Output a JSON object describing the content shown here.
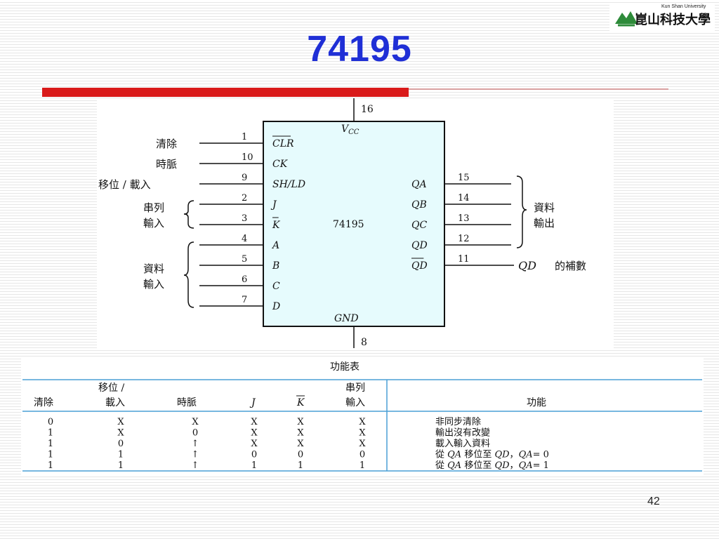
{
  "slide": {
    "title": "74195",
    "page_number": "42",
    "logo_en": "Kun Shan University",
    "logo_zh": "崑山科技大學",
    "colors": {
      "title": "#1f2fd6",
      "accent": "#d91a1a",
      "chip_fill": "#e6fbfd",
      "table_rule": "#4a9fd6"
    }
  },
  "chip": {
    "name": "74195",
    "top_pin": "16",
    "top_label": "VCC",
    "bottom_pin": "8",
    "bottom_label": "GND",
    "left_pins": [
      {
        "pin": "1",
        "label": "CLR",
        "bar": true,
        "desc": "清除"
      },
      {
        "pin": "10",
        "label": "CK",
        "bar": false,
        "desc": "時脈"
      },
      {
        "pin": "9",
        "label": "SH/LD",
        "bar": false,
        "desc": "移位 / 載入"
      },
      {
        "pin": "2",
        "label": "J",
        "bar": false,
        "desc": ""
      },
      {
        "pin": "3",
        "label": "K",
        "bar": true,
        "desc": ""
      },
      {
        "pin": "4",
        "label": "A",
        "bar": false,
        "desc": ""
      },
      {
        "pin": "5",
        "label": "B",
        "bar": false,
        "desc": ""
      },
      {
        "pin": "6",
        "label": "C",
        "bar": false,
        "desc": ""
      },
      {
        "pin": "7",
        "label": "D",
        "bar": false,
        "desc": ""
      }
    ],
    "right_pins": [
      {
        "pin": "15",
        "label": "QA",
        "bar": false
      },
      {
        "pin": "14",
        "label": "QB",
        "bar": false
      },
      {
        "pin": "13",
        "label": "QC",
        "bar": false
      },
      {
        "pin": "12",
        "label": "QD",
        "bar": false
      },
      {
        "pin": "11",
        "label": "QD",
        "bar": true
      }
    ],
    "groups": {
      "serial_line1": "串列",
      "serial_line2": "輸入",
      "data_in_line1": "資料",
      "data_in_line2": "輸入",
      "data_out_line1": "資料",
      "data_out_line2": "輸出",
      "qd_complement_sym": "QD",
      "qd_complement_text": "的補數"
    }
  },
  "function_table": {
    "title": "功能表",
    "headers": {
      "clear": "清除",
      "shift_load_1": "移位 /",
      "shift_load_2": "載入",
      "clock": "時脈",
      "j": "J",
      "k": "K",
      "serial_1": "串列",
      "serial_2": "輸入",
      "function": "功能"
    },
    "rows": [
      {
        "clear": "0",
        "sl": "X",
        "clk": "X",
        "j": "X",
        "k": "X",
        "serial": "X",
        "func_prefix": "",
        "func": "非同步清除"
      },
      {
        "clear": "1",
        "sl": "X",
        "clk": "0",
        "j": "X",
        "k": "X",
        "serial": "X",
        "func_prefix": "",
        "func": "輸出沒有改變"
      },
      {
        "clear": "1",
        "sl": "0",
        "clk": "↑",
        "j": "X",
        "k": "X",
        "serial": "X",
        "func_prefix": "",
        "func": "載入輸入資料"
      },
      {
        "clear": "1",
        "sl": "1",
        "clk": "↑",
        "j": "0",
        "k": "0",
        "serial": "0",
        "func_prefix": "從",
        "func_q1": "QA",
        "func_mid": "移位至",
        "func_q2": "QD",
        "func_sep": "，",
        "func_q3": "QA",
        "func_val": "= 0"
      },
      {
        "clear": "1",
        "sl": "1",
        "clk": "↑",
        "j": "1",
        "k": "1",
        "serial": "1",
        "func_prefix": "從",
        "func_q1": "QA",
        "func_mid": "移位至",
        "func_q2": "QD",
        "func_sep": "，",
        "func_q3": "QA",
        "func_val": "= 1"
      }
    ]
  }
}
